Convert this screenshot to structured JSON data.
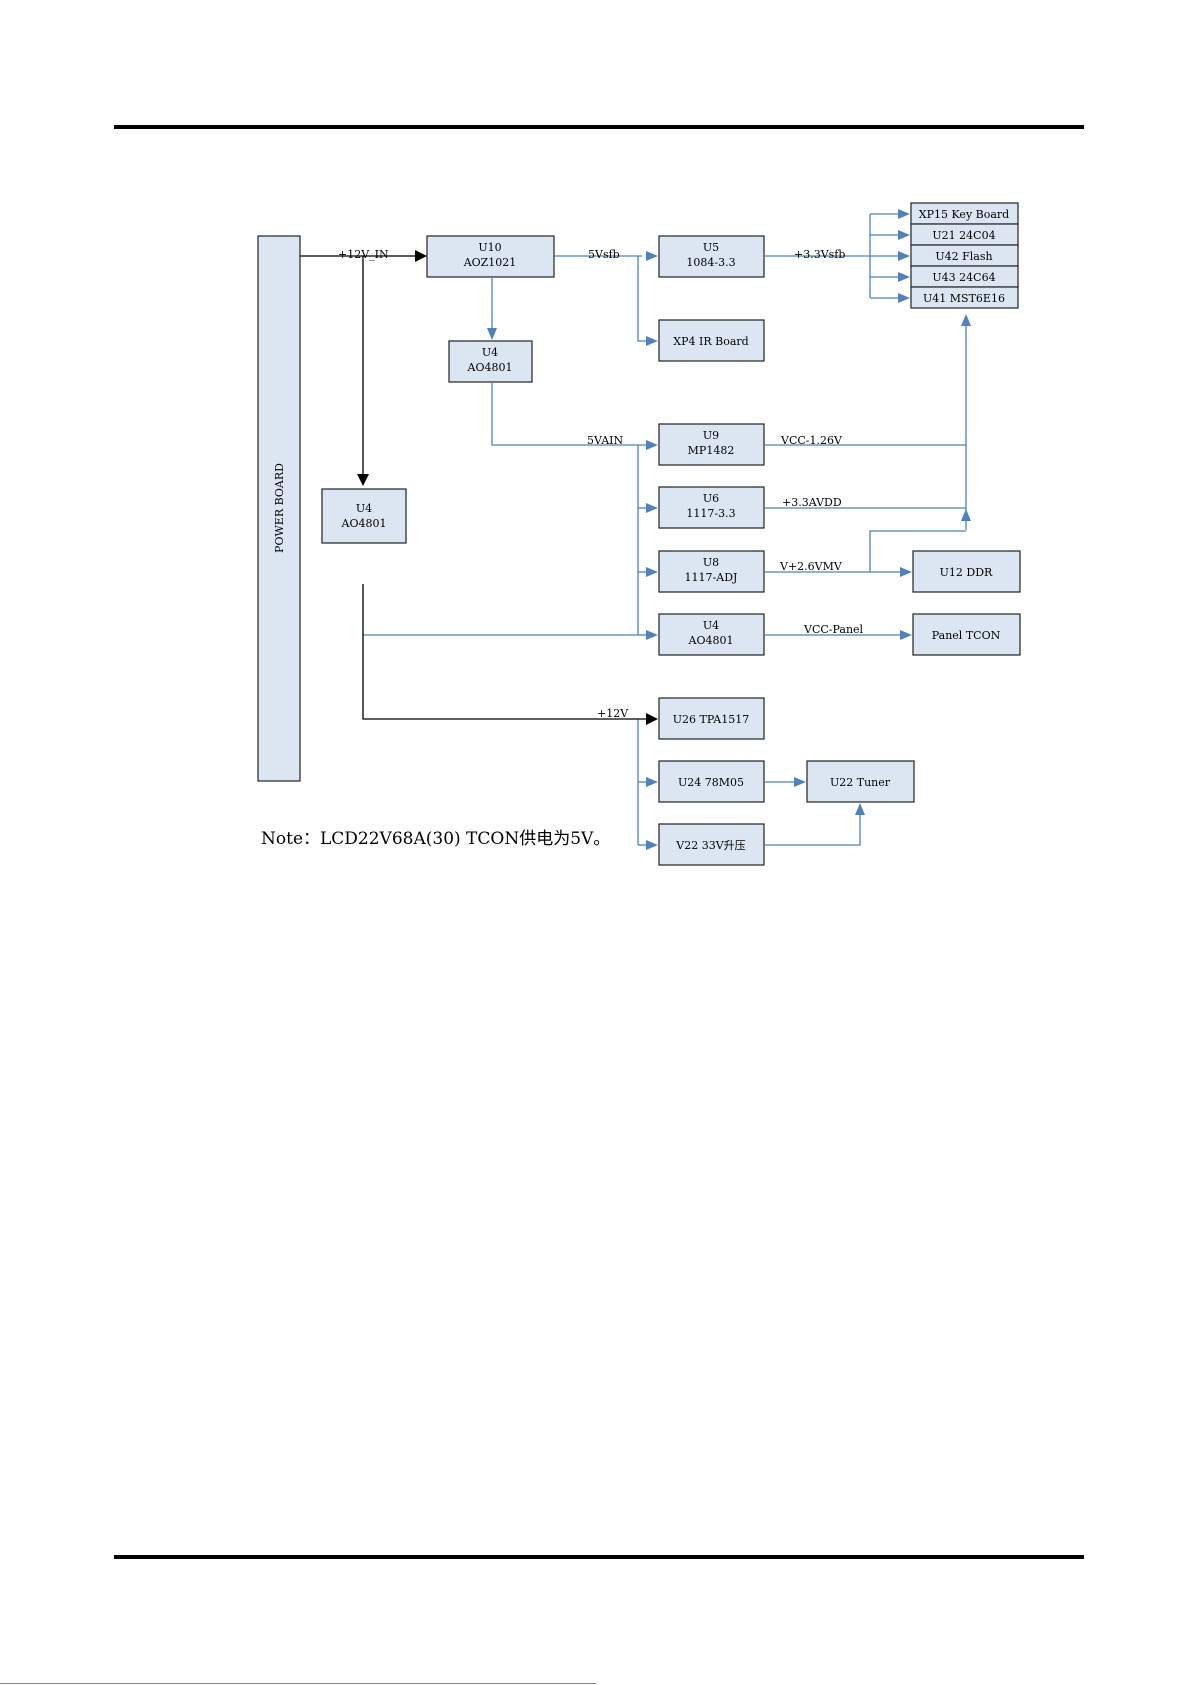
{
  "diagram": {
    "power_board": "POWER BOARD",
    "blocks": {
      "u10": [
        "U10",
        "AOZ1021"
      ],
      "u4_top": [
        "U4",
        "AO4801"
      ],
      "u4_left": [
        "U4",
        "AO4801"
      ],
      "u5": [
        "U5",
        "1084-3.3"
      ],
      "xp4": [
        "XP4 IR Board"
      ],
      "u9": [
        "U9",
        "MP1482"
      ],
      "u6": [
        "U6",
        "1117-3.3"
      ],
      "u8": [
        "U8",
        "1117-ADJ"
      ],
      "u4_panel": [
        "U4",
        "AO4801"
      ],
      "u26": [
        "U26 TPA1517"
      ],
      "u24": [
        "U24 78M05"
      ],
      "v22": [
        "V22 33V升压"
      ],
      "u22": [
        "U22 Tuner"
      ],
      "u12": [
        "U12 DDR"
      ],
      "panel_tcon": [
        "Panel TCON"
      ],
      "xp15": [
        "XP15 Key Board"
      ],
      "u21": [
        "U21 24C04"
      ],
      "u42": [
        "U42 Flash"
      ],
      "u43": [
        "U43 24C64"
      ],
      "u41": [
        "U41 MST6E16"
      ]
    },
    "nets": {
      "v12_in": "+12V_IN",
      "v5sfb": "5Vsfb",
      "v33sfb": "+3.3Vsfb",
      "v5vain": "5VAIN",
      "vcc126": "VCC-1.26V",
      "v33avdd": "+3.3AVDD",
      "v26vmv": "V+2.6VMV",
      "vcc_panel": "VCC-Panel",
      "v12": "+12V"
    },
    "colors": {
      "block_fill": "#dce6f2",
      "wire": "#4f81bd",
      "main_wire": "#000000"
    }
  },
  "note": "Note：LCD22V68A(30) TCON供电为5V。"
}
